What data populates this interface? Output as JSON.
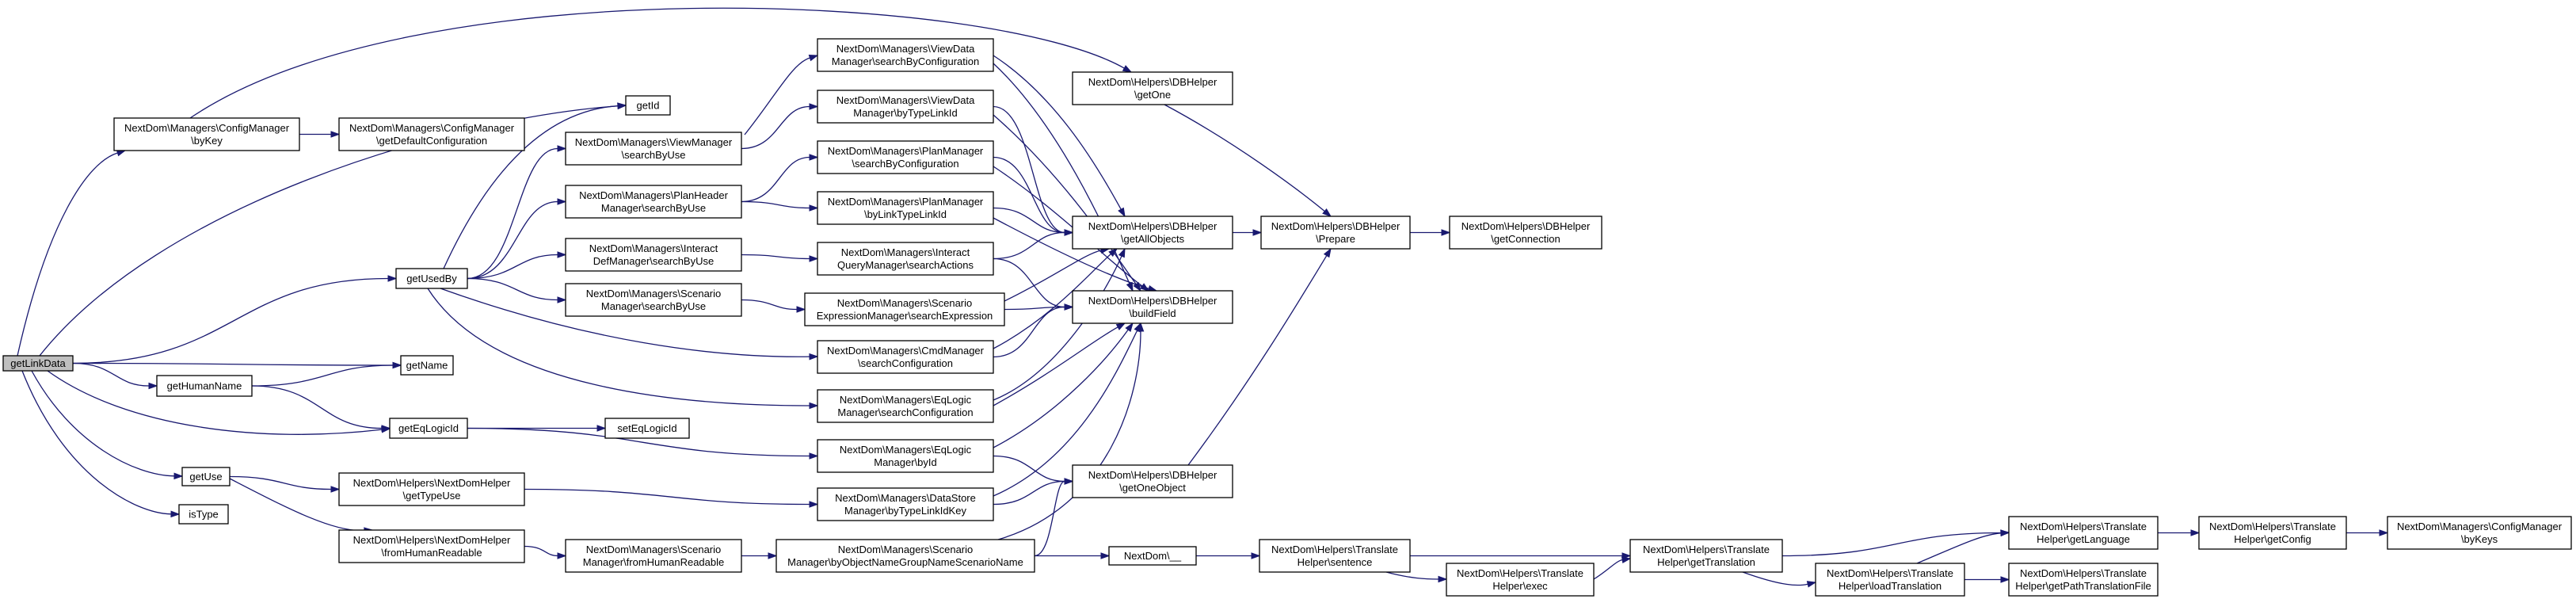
{
  "nodes": {
    "getLinkData": [
      "getLinkData"
    ],
    "cfgByKey": [
      "NextDom\\Managers\\ConfigManager",
      "\\byKey"
    ],
    "cfgGetDefault": [
      "NextDom\\Managers\\ConfigManager",
      "\\getDefaultConfiguration"
    ],
    "getId": [
      "getId"
    ],
    "viewSearchByUse": [
      "NextDom\\Managers\\ViewManager",
      "\\searchByUse"
    ],
    "viewDataSearchByCfg": [
      "NextDom\\Managers\\ViewData",
      "Manager\\searchByConfiguration"
    ],
    "viewDataByTypeLinkId": [
      "NextDom\\Managers\\ViewData",
      "Manager\\byTypeLinkId"
    ],
    "dbGetOne": [
      "NextDom\\Helpers\\DBHelper",
      "\\getOne"
    ],
    "planHeaderSearchByUse": [
      "NextDom\\Managers\\PlanHeader",
      "Manager\\searchByUse"
    ],
    "planSearchByCfg": [
      "NextDom\\Managers\\PlanManager",
      "\\searchByConfiguration"
    ],
    "planByLinkTypeLinkId": [
      "NextDom\\Managers\\PlanManager",
      "\\byLinkTypeLinkId"
    ],
    "dbGetAllObjects": [
      "NextDom\\Helpers\\DBHelper",
      "\\getAllObjects"
    ],
    "dbPrepare": [
      "NextDom\\Helpers\\DBHelper",
      "\\Prepare"
    ],
    "dbGetConnection": [
      "NextDom\\Helpers\\DBHelper",
      "\\getConnection"
    ],
    "interactDefSearchByUse": [
      "NextDom\\Managers\\Interact",
      "DefManager\\searchByUse"
    ],
    "interactQuerySearchActions": [
      "NextDom\\Managers\\Interact",
      "QueryManager\\searchActions"
    ],
    "getUsedBy": [
      "getUsedBy"
    ],
    "scenarioSearchByUse": [
      "NextDom\\Managers\\Scenario",
      "Manager\\searchByUse"
    ],
    "scenarioExprSearch": [
      "NextDom\\Managers\\Scenario",
      "ExpressionManager\\searchExpression"
    ],
    "dbBuildField": [
      "NextDom\\Helpers\\DBHelper",
      "\\buildField"
    ],
    "cmdSearchCfg": [
      "NextDom\\Managers\\CmdManager",
      "\\searchConfiguration"
    ],
    "getName": [
      "getName"
    ],
    "getHumanName": [
      "getHumanName"
    ],
    "eqLogicSearchCfg": [
      "NextDom\\Managers\\EqLogic",
      "Manager\\searchConfiguration"
    ],
    "getEqLogicId": [
      "getEqLogicId"
    ],
    "setEqLogicId": [
      "setEqLogicId"
    ],
    "eqLogicById": [
      "NextDom\\Managers\\EqLogic",
      "Manager\\byId"
    ],
    "getUse": [
      "getUse"
    ],
    "nextdomGetTypeUse": [
      "NextDom\\Helpers\\NextDomHelper",
      "\\getTypeUse"
    ],
    "dbGetOneObject": [
      "NextDom\\Helpers\\DBHelper",
      "\\getOneObject"
    ],
    "dataStoreByType": [
      "NextDom\\Managers\\DataStore",
      "Manager\\byTypeLinkIdKey"
    ],
    "isType": [
      "isType"
    ],
    "nextdomFromHuman": [
      "NextDom\\Helpers\\NextDomHelper",
      "\\fromHumanReadable"
    ],
    "scenarioFromHuman": [
      "NextDom\\Managers\\Scenario",
      "Manager\\fromHumanReadable"
    ],
    "scenarioByObjName": [
      "NextDom\\Managers\\Scenario",
      "Manager\\byObjectNameGroupNameScenarioName"
    ],
    "nextdomUnderscore": [
      "NextDom\\__"
    ],
    "translateSentence": [
      "NextDom\\Helpers\\Translate",
      "Helper\\sentence"
    ],
    "translateExec": [
      "NextDom\\Helpers\\Translate",
      "Helper\\exec"
    ],
    "translateGetTranslation": [
      "NextDom\\Helpers\\Translate",
      "Helper\\getTranslation"
    ],
    "translateLoad": [
      "NextDom\\Helpers\\Translate",
      "Helper\\loadTranslation"
    ],
    "translateGetLanguage": [
      "NextDom\\Helpers\\Translate",
      "Helper\\getLanguage"
    ],
    "translateGetPathFile": [
      "NextDom\\Helpers\\Translate",
      "Helper\\getPathTranslationFile"
    ],
    "translateGetConfig": [
      "NextDom\\Helpers\\Translate",
      "Helper\\getConfig"
    ],
    "cfgByKeys": [
      "NextDom\\Managers\\ConfigManager",
      "\\byKeys"
    ]
  },
  "edges": [
    [
      "getLinkData",
      "cfgByKey"
    ],
    [
      "getLinkData",
      "getId"
    ],
    [
      "getLinkData",
      "getUsedBy"
    ],
    [
      "getLinkData",
      "getName"
    ],
    [
      "getLinkData",
      "getHumanName"
    ],
    [
      "getLinkData",
      "getEqLogicId"
    ],
    [
      "getLinkData",
      "getUse"
    ],
    [
      "getLinkData",
      "isType"
    ],
    [
      "cfgByKey",
      "cfgGetDefault"
    ],
    [
      "cfgByKey",
      "dbGetOne"
    ],
    [
      "getUsedBy",
      "getId"
    ],
    [
      "getUsedBy",
      "viewSearchByUse"
    ],
    [
      "getUsedBy",
      "planHeaderSearchByUse"
    ],
    [
      "getUsedBy",
      "interactDefSearchByUse"
    ],
    [
      "getUsedBy",
      "scenarioSearchByUse"
    ],
    [
      "getUsedBy",
      "cmdSearchCfg"
    ],
    [
      "getUsedBy",
      "eqLogicSearchCfg"
    ],
    [
      "viewSearchByUse",
      "viewDataSearchByCfg"
    ],
    [
      "viewSearchByUse",
      "viewDataByTypeLinkId"
    ],
    [
      "viewDataSearchByCfg",
      "dbGetAllObjects"
    ],
    [
      "viewDataSearchByCfg",
      "dbBuildField"
    ],
    [
      "viewDataByTypeLinkId",
      "dbGetAllObjects"
    ],
    [
      "viewDataByTypeLinkId",
      "dbBuildField"
    ],
    [
      "planHeaderSearchByUse",
      "planSearchByCfg"
    ],
    [
      "planHeaderSearchByUse",
      "planByLinkTypeLinkId"
    ],
    [
      "planSearchByCfg",
      "dbGetAllObjects"
    ],
    [
      "planSearchByCfg",
      "dbBuildField"
    ],
    [
      "planByLinkTypeLinkId",
      "dbGetAllObjects"
    ],
    [
      "planByLinkTypeLinkId",
      "dbBuildField"
    ],
    [
      "interactDefSearchByUse",
      "interactQuerySearchActions"
    ],
    [
      "interactQuerySearchActions",
      "dbGetAllObjects"
    ],
    [
      "interactQuerySearchActions",
      "dbBuildField"
    ],
    [
      "scenarioSearchByUse",
      "scenarioExprSearch"
    ],
    [
      "scenarioExprSearch",
      "dbGetAllObjects"
    ],
    [
      "scenarioExprSearch",
      "dbBuildField"
    ],
    [
      "cmdSearchCfg",
      "dbGetAllObjects"
    ],
    [
      "cmdSearchCfg",
      "dbBuildField"
    ],
    [
      "eqLogicSearchCfg",
      "dbGetAllObjects"
    ],
    [
      "eqLogicSearchCfg",
      "dbBuildField"
    ],
    [
      "dbGetAllObjects",
      "dbPrepare"
    ],
    [
      "dbGetOne",
      "dbPrepare"
    ],
    [
      "dbPrepare",
      "dbGetConnection"
    ],
    [
      "getHumanName",
      "getName"
    ],
    [
      "getHumanName",
      "getEqLogicId"
    ],
    [
      "getEqLogicId",
      "setEqLogicId"
    ],
    [
      "getEqLogicId",
      "eqLogicById"
    ],
    [
      "eqLogicById",
      "dbBuildField"
    ],
    [
      "eqLogicById",
      "dbGetOneObject"
    ],
    [
      "getUse",
      "nextdomGetTypeUse"
    ],
    [
      "getUse",
      "nextdomFromHuman"
    ],
    [
      "nextdomGetTypeUse",
      "dataStoreByType"
    ],
    [
      "dataStoreByType",
      "dbBuildField"
    ],
    [
      "dataStoreByType",
      "dbGetOneObject"
    ],
    [
      "dbGetOneObject",
      "dbPrepare"
    ],
    [
      "nextdomFromHuman",
      "scenarioFromHuman"
    ],
    [
      "scenarioFromHuman",
      "scenarioByObjName"
    ],
    [
      "scenarioByObjName",
      "dbBuildField"
    ],
    [
      "scenarioByObjName",
      "dbGetOneObject"
    ],
    [
      "scenarioByObjName",
      "nextdomUnderscore"
    ],
    [
      "nextdomUnderscore",
      "translateSentence"
    ],
    [
      "translateSentence",
      "translateExec"
    ],
    [
      "translateSentence",
      "translateGetTranslation"
    ],
    [
      "translateExec",
      "translateGetTranslation"
    ],
    [
      "translateGetTranslation",
      "translateLoad"
    ],
    [
      "translateGetTranslation",
      "translateGetLanguage"
    ],
    [
      "translateLoad",
      "translateGetLanguage"
    ],
    [
      "translateLoad",
      "translateGetPathFile"
    ],
    [
      "translateGetLanguage",
      "translateGetConfig"
    ],
    [
      "translateGetConfig",
      "cfgByKeys"
    ]
  ]
}
